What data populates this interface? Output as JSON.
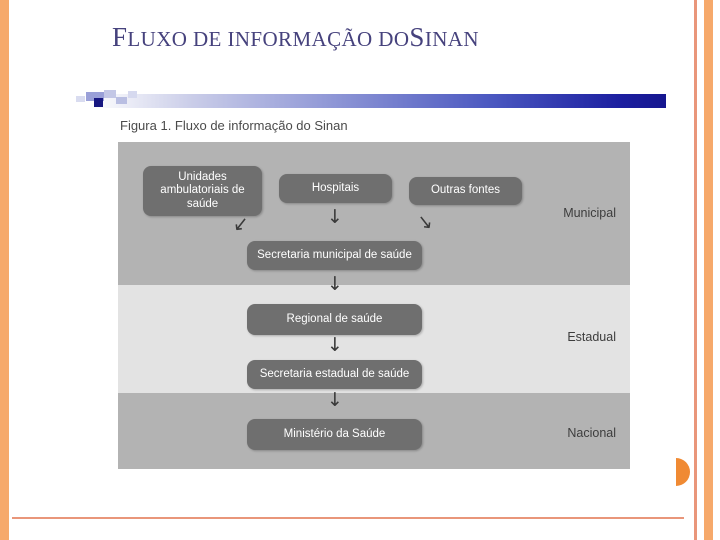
{
  "slide": {
    "title_first_letter": "F",
    "title_rest": "LUXO DE INFORMAÇÃO DO",
    "title_sinan_cap": "S",
    "title_sinan_rest": "INAN"
  },
  "figure": {
    "caption": "Figura 1. Fluxo de informação do Sinan",
    "bands": [
      {
        "id": "municipal",
        "label": "Municipal"
      },
      {
        "id": "estadual",
        "label": "Estadual"
      },
      {
        "id": "nacional",
        "label": "Nacional"
      }
    ],
    "nodes": [
      {
        "id": "unidades",
        "label": "Unidades ambulatoriais de saúde"
      },
      {
        "id": "hospitais",
        "label": "Hospitais"
      },
      {
        "id": "outras",
        "label": "Outras fontes"
      },
      {
        "id": "secretaria_municipal",
        "label": "Secretaria municipal de saúde"
      },
      {
        "id": "regional",
        "label": "Regional de saúde"
      },
      {
        "id": "secretaria_estadual",
        "label": "Secretaria estadual de saúde"
      },
      {
        "id": "ministerio",
        "label": "Ministério da Saúde"
      }
    ],
    "arrow_glyph": "↓"
  },
  "colors": {
    "title": "#46427d",
    "band_dark": "#b3b3b3",
    "band_light": "#e3e3e3",
    "node": "#6f6f6f",
    "accent_orange": "#f6a96b",
    "accent_salmon": "#e9967a",
    "gradient_end": "#16168f"
  }
}
